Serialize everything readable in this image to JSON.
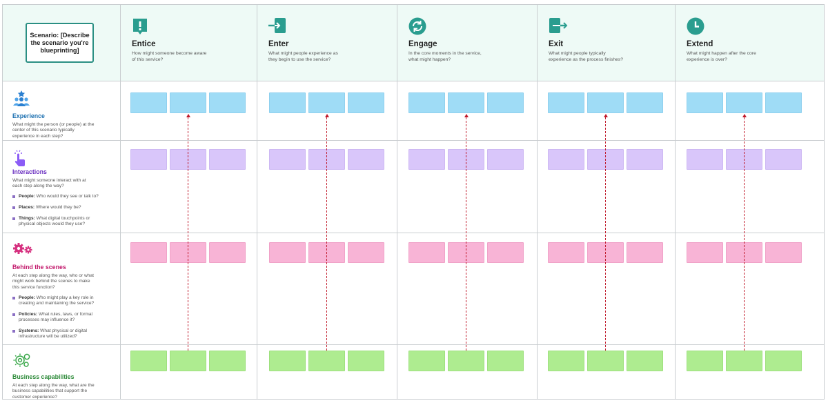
{
  "scenario": {
    "label": "Scenario: [Describe the scenario you're blueprinting]"
  },
  "stages": [
    {
      "title": "Entice",
      "desc": "How might someone become aware of this service?",
      "icon": "exclamation-icon"
    },
    {
      "title": "Enter",
      "desc": "What might people experience as they begin to use the service?",
      "icon": "enter-icon"
    },
    {
      "title": "Engage",
      "desc": "In the core moments in the service, what might happen?",
      "icon": "refresh-icon"
    },
    {
      "title": "Exit",
      "desc": "What might people typically experience as the process finishes?",
      "icon": "exit-icon"
    },
    {
      "title": "Extend",
      "desc": "What might happen after the core experience is over?",
      "icon": "clock-icon"
    }
  ],
  "lanes": {
    "experience": {
      "title": "Experience",
      "desc": "What might the person (or people) at the center of this scenario typically experience in each step?",
      "color": "#1b6fb0",
      "icon": "people-star-icon"
    },
    "interactions": {
      "title": "Interactions",
      "desc": "What might someone interact with at each step along the way?",
      "color": "#6a2fc0",
      "icon": "tap-hand-icon",
      "bullets": [
        {
          "label": "People:",
          "text": "Who would they see or talk to?"
        },
        {
          "label": "Places:",
          "text": "Where would they be?"
        },
        {
          "label": "Things:",
          "text": "What digital touchpoints or physical objects would they use?"
        }
      ]
    },
    "behind": {
      "title": "Behind the scenes",
      "desc": "At each step along the way, who or what might work behind the scenes to make this service function?",
      "color": "#c2186b",
      "icon": "gears-icon",
      "bullets": [
        {
          "label": "People:",
          "text": "Who might play a key role in creating and maintaining the service?"
        },
        {
          "label": "Policies:",
          "text": "What rules, laws, or formal processes may influence it?"
        },
        {
          "label": "Systems:",
          "text": "What physical or digital infrastructure will be utilized?"
        }
      ]
    },
    "business": {
      "title": "Business capabilities",
      "desc": "At each step along the way, what are the business capabilities that support the customer experience?",
      "color": "#2e8b3a",
      "icon": "capabilities-icon"
    }
  },
  "colors": {
    "header_bg": "#eefaf6",
    "accent": "#2a8f83",
    "arrow": "#c0192a"
  }
}
